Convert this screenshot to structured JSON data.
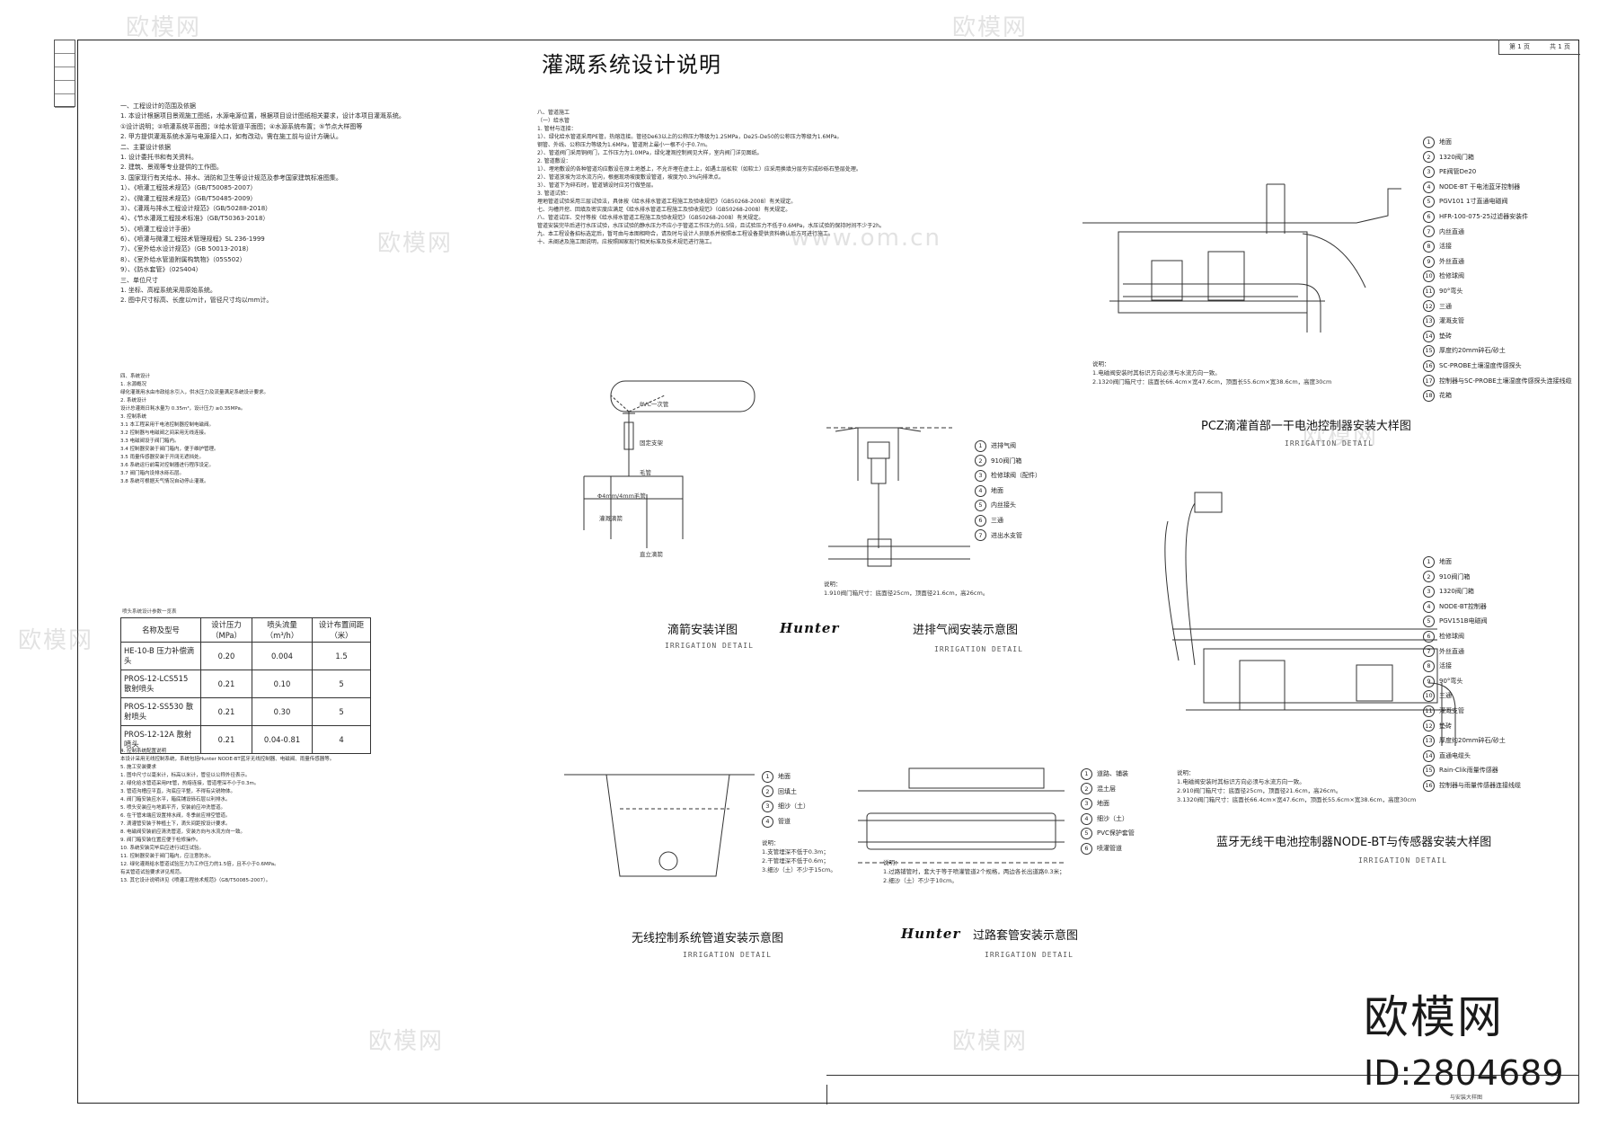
{
  "title": "灌溉系统设计说明",
  "sheet": [
    "第 1 页",
    "共 1 页"
  ],
  "left_strip": [
    "",
    "",
    "",
    "",
    ""
  ],
  "section1": [
    "一、工程设计的范围及依据",
    "1. 本设计根据项目景观施工图纸，水源电源位置，根据项目设计图纸相关要求，设计本项目灌溉系统。",
    "①设计说明；②喷灌系统平面图；③给水管道平面图；④水源系统布置；⑤节点大样图等",
    "2. 甲方提供灌溉系统水源与电源接入口，如有改动，需在施工前与设计方确认。",
    "二、主要设计依据",
    "1. 设计委托书和有关资料。",
    "2. 建筑、景观等专业提供的工作图。",
    "3. 国家现行有关给水、排水、消防和卫生等设计规范及参考国家建筑标准图集。",
    "1）、《喷灌工程技术规范》（GB/T50085-2007）",
    "2）、《微灌工程技术规范》（GB/T50485-2009）",
    "3）、《灌溉与排水工程设计规范》（GB/50288-2018）",
    "4）、《节水灌溉工程技术标准》（GB/T50363-2018）",
    "5）、《喷灌工程设计手册》",
    "6）、《喷灌与微灌工程技术管理规程》SL 236-1999",
    "7）、《室外给水设计规范》（GB 50013-2018）",
    "8）、《室外给水管道附属构筑物》（05S502）",
    "9）、《防水套管》（02S404）",
    "三、单位尺寸",
    "1. 坐标、高程系统采用原始系统。",
    "2. 图中尺寸标高、长度以m计，管径尺寸均以mm计。"
  ],
  "section2": [
    "四、系统设计",
    "1. 水源概况",
    "绿化灌溉用水由市政给水引入，供水压力及流量满足系统设计要求。",
    "2. 系统设计",
    "设计总灌溉日耗水量为 0.35m³，设计压力 ≥0.35MPa。",
    "3. 控制系统",
    "3.1 本工程采用干电池控制器控制电磁阀。",
    "3.2 控制器与电磁阀之间采用无线连接。",
    "3.3 电磁阀设于阀门箱内。",
    "3.4 控制器安装于阀门箱内，便于维护管理。",
    "3.5 雨量传感器安装于开阔无遮挡处。",
    "3.6 系统运行前需对控制器进行程序设定。",
    "3.7 阀门箱内设排水砾石层。",
    "3.8 系统可根据天气情况自动停止灌溉。"
  ],
  "table_caption": "喷头系统设计参数一览表",
  "table_headers": [
    "名称及型号",
    "设计压力（MPa）",
    "喷头流量（m³/h）",
    "设计布置间距（米）"
  ],
  "table_rows": [
    [
      "HE-10-B 压力补偿滴头",
      "0.20",
      "0.004",
      "1.5"
    ],
    [
      "PROS-12-LCS515 散射喷头",
      "0.21",
      "0.10",
      "5"
    ],
    [
      "PROS-12-SS530 散射喷头",
      "0.21",
      "0.30",
      "5"
    ],
    [
      "PROS-12-12A 散射喷头",
      "0.21",
      "0.04-0.81",
      "4"
    ]
  ],
  "section3": [
    "4. 控制系统配置说明",
    "本设计采用无线控制系统，系统包括Hunter NODE-BT蓝牙无线控制器、电磁阀、雨量传感器等。",
    "5. 施工安装要求",
    "1. 图中尺寸以毫米计，标高以米计，管径以公称外径表示。",
    "2. 绿化给水管道采用PE管，热熔连接，管道埋深不小于0.3m。",
    "3. 管道沟槽应平直，沟底应平整，不得有尖锐物体。",
    "4. 阀门箱安装应水平，箱底铺设砾石层以利排水。",
    "5. 喷头安装应与地面平齐，安装前应冲洗管道。",
    "6. 在干管末端应设置排水阀，冬季前应排空管道。",
    "7. 滴灌管安装于种植土下，滴头间距按设计要求。",
    "8. 电磁阀安装前应清洗管道，安装方向与水流方向一致。",
    "9. 阀门箱安装位置应便于检修操作。",
    "10. 系统安装完毕后应进行试压试验。",
    "11. 控制器安装于阀门箱内，应注意防水。",
    "12. 绿化灌溉给水管道试验压力为工作压力的1.5倍，且不小于0.6MPa。",
    "有关管道试验要求详见规范。",
    "13. 其它设计说明详见《喷灌工程技术规范》（GB/T50085-2007）。"
  ],
  "section_mid": [
    "八、管道施工",
    "（一）给水管",
    "1. 管材与连接：",
    "1）、绿化给水管道采用PE管，热熔连接。管径De63以上的公称压力等级为1.25MPa，De25-De50的公称压力等级为1.6MPa。",
    "钢管、外线、公称压力等级为1.6MPa，管道附上最小一根不小于0.7m。",
    "2）、管道阀门采用铜阀门，工作压力为1.0MPa，绿化灌溉控制阀见大样，室内阀门详见图纸。",
    "2. 管道敷设：",
    "1）、埋地敷设的各种管道均应敷设在原土地基上，不允许埋在虚土上，如遇土层松软（如软土）应采用换填分层夯实成砂砾石垫层处理。",
    "2）、管道放坡为沿水流方向，根据现场坡度敷设管道，坡度为0.3%向排泄点。",
    "3）、管道下为碎石时，管道铺设时应另行做垫层。",
    "3. 管道试验：",
    "埋地管道试验采用三层试验法，具体按《给水排水管道工程施工及验收规范》（GB50268-2008）有关规定。",
    "七、沟槽开挖、回填及密实度应满足《给水排水管道工程施工及验收规范》（GB50268-2008）有关规定。",
    "八、管道试压、交付等按《给水排水管道工程施工及验收规范》（GB50268-2008）有关规定。",
    "管道安装完毕后进行水压试验，水压试验的静水压力不应小于管道工作压力的1.5倍，且试验压力不低于0.6MPa，水压试验的保持时间不少于2h。",
    "九、本工程设备招标选定后，暂可由与本图相吻合，请及时与设计人员联系并按照本工程设备提供资料确认后方可进行施工。",
    "十、未阐述及施工图说明，应按照国家现行相关标准及技术规范进行施工。"
  ],
  "detail_dripper": {
    "title": "滴箭安装详图",
    "sub": "IRRIGATION  DETAIL",
    "labels": [
      "PVC一次管",
      "Φ4mm/4mm毛管",
      "固定支架",
      "毛管",
      "灌溉滴箭",
      "直立滴箭"
    ]
  },
  "detail_airvalve": {
    "brand": "Hunter",
    "title": "进排气阀安装示意图",
    "sub": "IRRIGATION  DETAIL",
    "legend": [
      "进排气阀",
      "910阀门箱",
      "检修球阀（配件）",
      "地面",
      "内丝接头",
      "三通",
      "进出水支管"
    ],
    "note": [
      "说明：",
      "1.910阀门箱尺寸：底面径25cm，顶面径21.6cm，高26cm。"
    ]
  },
  "detail_pcz": {
    "title": "PCZ滴灌首部一干电池控制器安装大样图",
    "sub": "IRRIGATION  DETAIL",
    "legend": [
      "地面",
      "1320阀门箱",
      "PE阀管De20",
      "NODE-BT 干电池蓝牙控制器",
      "PGV101 1寸直通电磁阀",
      "HFR-100-075-25过滤器安装件",
      "内丝直通",
      "活接",
      "外丝直通",
      "检修球阀",
      "90°弯头",
      "三通",
      "灌溉支管",
      "垫砖",
      "厚度约20mm碎石/砂土",
      "SC-PROBE土壤湿度传感探头",
      "控制器与SC-PROBE土壤湿度传感探头连接线缆",
      "花箱"
    ],
    "note": [
      "说明：",
      "1.电磁阀安装时其标识方向必须与水流方向一致。",
      "2.1320阀门箱尺寸：底面长66.4cm×宽47.6cm，顶面长55.6cm×宽38.6cm，高度30cm"
    ]
  },
  "detail_node": {
    "title": "蓝牙无线干电池控制器NODE-BT与传感器安装大样图",
    "sub": "IRRIGATION  DETAIL",
    "legend": [
      "地面",
      "910阀门箱",
      "1320阀门箱",
      "NODE-BT控制器",
      "PGV151B电磁阀",
      "检修球阀",
      "外丝直通",
      "活接",
      "90°弯头",
      "三通",
      "灌溉支管",
      "垫砖",
      "厚度约20mm碎石/砂土",
      "直通电缆头",
      "Rain-Clik雨量传感器",
      "控制器与雨量传感器连接线缆"
    ],
    "note": [
      "说明：",
      "1.电磁阀安装时其标识方向必须与水流方向一致。",
      "2.910阀门箱尺寸：底面径25cm，顶面径21.6cm，高26cm。",
      "3.1320阀门箱尺寸：底面长66.4cm×宽47.6cm，顶面长55.6cm×宽38.6cm，高度30cm"
    ]
  },
  "detail_wireless": {
    "title": "无线控制系统管道安装示意图",
    "sub": "IRRIGATION  DETAIL",
    "legend": [
      "地面",
      "回填土",
      "细沙（土）",
      "管道"
    ],
    "note": [
      "说明：",
      "1.支管埋深不低于0.3m；",
      "2.干管埋深不低于0.6m；",
      "3.细沙（土）不少于15cm。"
    ]
  },
  "detail_sleeve": {
    "brand": "Hunter",
    "title": "过路套管安装示意图",
    "sub": "IRRIGATION  DETAIL",
    "legend": [
      "道路、铺装",
      "混土层",
      "地面",
      "细沙（土）",
      "PVC保护套管",
      "喷灌管道"
    ],
    "note": [
      "说明：",
      "1.过路铺管时，套大于等于喷灌管道2个规格，两边各长出道路0.3米；",
      "2.细沙（土）不少于10cm。"
    ]
  },
  "watermark": {
    "brand": "欧模网",
    "id": "ID:2804689",
    "faint": [
      "欧模网",
      "www.om.cn"
    ]
  },
  "title_block_text": "与安装大样图"
}
